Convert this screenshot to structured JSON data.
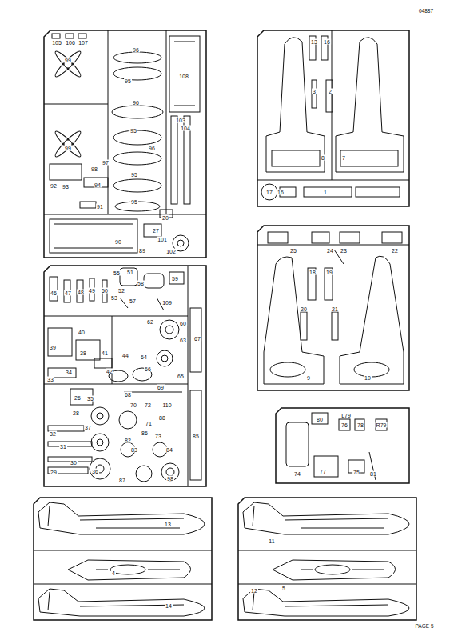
{
  "diagram": {
    "labels": [
      "04887",
      "105",
      "106",
      "107",
      "99",
      "96",
      "108",
      "95",
      "96",
      "95",
      "99",
      "103",
      "104",
      "96",
      "97",
      "98",
      "95",
      "92",
      "93",
      "94",
      "95",
      "91",
      "20",
      "27",
      "101",
      "90",
      "89",
      "102",
      "13",
      "16",
      "3",
      "2",
      "8",
      "7",
      "17",
      "16",
      "1",
      "25",
      "24",
      "23",
      "22",
      "18",
      "19",
      "20",
      "21",
      "9",
      "10",
      "L79",
      "80",
      "76",
      "78",
      "R79",
      "74",
      "77",
      "75",
      "81",
      "46",
      "47",
      "48",
      "49",
      "50",
      "55",
      "51",
      "58",
      "59",
      "53",
      "52",
      "57",
      "109",
      "62",
      "60",
      "40",
      "39",
      "38",
      "41",
      "44",
      "64",
      "63",
      "67",
      "42",
      "66",
      "65",
      "33",
      "34",
      "26",
      "35",
      "68",
      "69",
      "70",
      "72",
      "110",
      "28",
      "37",
      "71",
      "88",
      "85",
      "32",
      "82",
      "86",
      "73",
      "31",
      "83",
      "84",
      "30",
      "29",
      "36",
      "87",
      "98",
      "13",
      "4",
      "14",
      "11",
      "5",
      "12",
      "PAGE 5"
    ]
  }
}
